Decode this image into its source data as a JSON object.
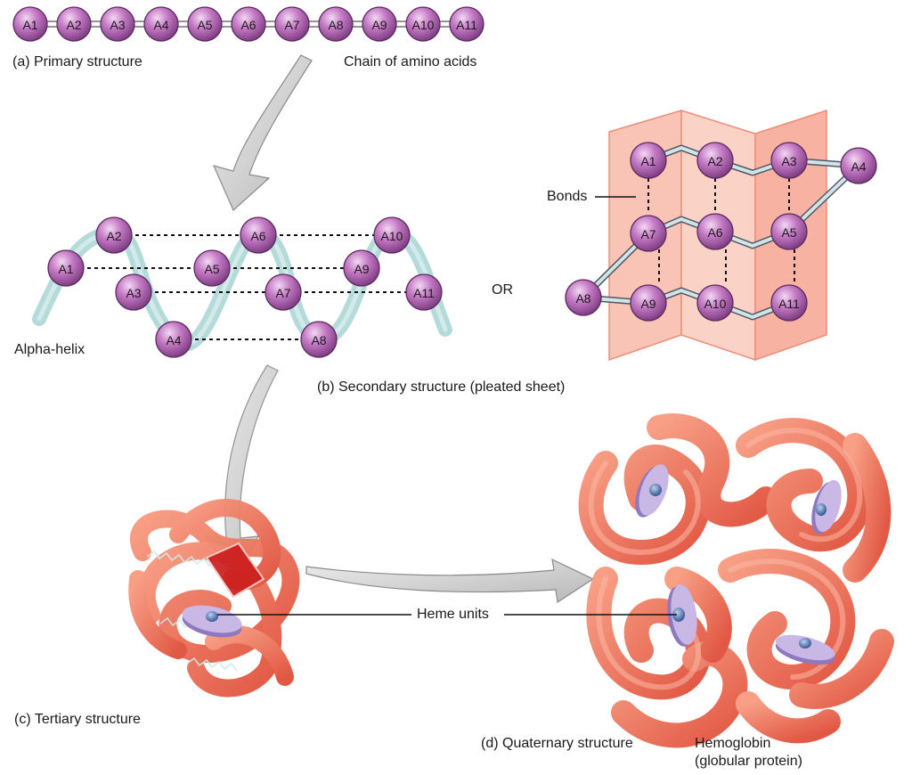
{
  "primary": {
    "label": "(a) Primary structure",
    "chain_label": "Chain of amino acids",
    "amino_acids": [
      "A1",
      "A2",
      "A3",
      "A4",
      "A5",
      "A6",
      "A7",
      "A8",
      "A9",
      "A10",
      "A11"
    ]
  },
  "secondary": {
    "label": "(b) Secondary structure (pleated sheet)",
    "helix_label": "Alpha-helix",
    "or_label": "OR",
    "bonds_label": "Bonds",
    "helix_amino_acids": [
      "A1",
      "A2",
      "A3",
      "A4",
      "A5",
      "A6",
      "A7",
      "A8",
      "A9",
      "A10",
      "A11"
    ],
    "sheet_amino_acids": [
      "A1",
      "A2",
      "A3",
      "A4",
      "A5",
      "A6",
      "A7",
      "A8",
      "A9",
      "A10",
      "A11"
    ]
  },
  "tertiary": {
    "label": "(c) Tertiary structure",
    "heme_label": "Heme units"
  },
  "quaternary": {
    "label": "(d) Quaternary structure",
    "protein_name": "Hemoglobin",
    "protein_type": "(globular protein)"
  },
  "colors": {
    "amino_acid": "#b05bb0",
    "protein_tube": "#f06a50",
    "pleated_sheet": "#f7b5a5",
    "heme_disc": "#b8a6d8",
    "helix_ribbon": "#a8d4d4",
    "arrow": "#c8c8c8"
  }
}
